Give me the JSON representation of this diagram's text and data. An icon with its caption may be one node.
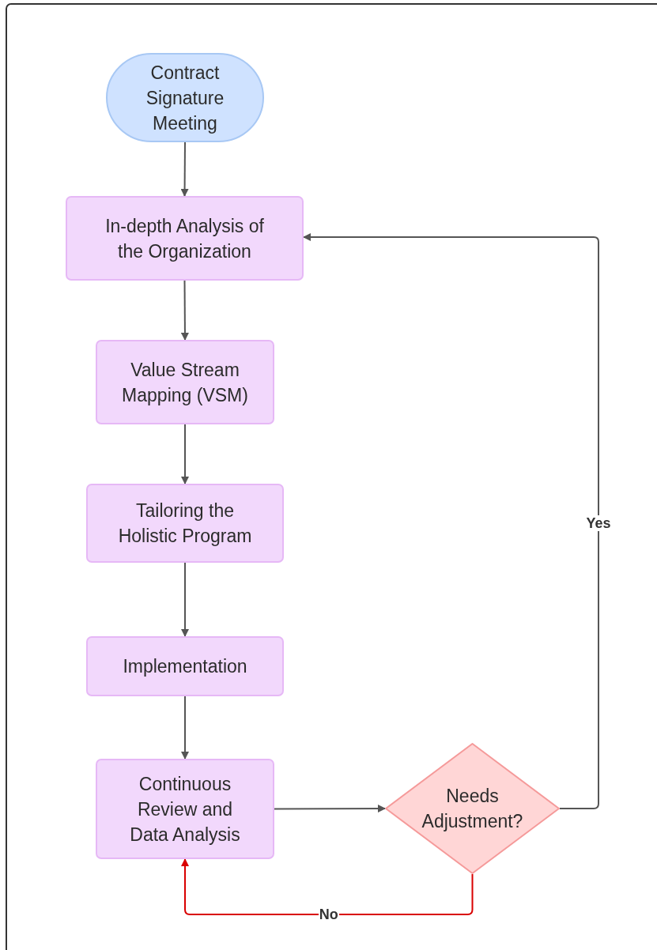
{
  "diagram": {
    "nodes": [
      {
        "text": [
          "Contract Signature Meeting"
        ]
      },
      {
        "text": [
          "In-depth Analysis of the Organization"
        ]
      },
      {
        "text": [
          "Value Stream Mapping (VSM)"
        ]
      },
      {
        "text": [
          "Tailoring the Holistic Program"
        ]
      },
      {
        "text": [
          "Implementation"
        ]
      },
      {
        "text": [
          "Continuous Review and Data Analysis"
        ]
      },
      {
        "text": [
          "Needs Adjustment?"
        ]
      }
    ],
    "edges": [
      {
        "from": 0,
        "to": 1,
        "arrow": "to"
      },
      {
        "from": 1,
        "to": 2,
        "arrow": "to"
      },
      {
        "from": 2,
        "to": 3,
        "arrow": "to"
      },
      {
        "from": 3,
        "to": 4,
        "arrow": "to"
      },
      {
        "from": 4,
        "to": 5,
        "arrow": "to"
      },
      {
        "from": 5,
        "to": 6,
        "arrow": "to"
      },
      {
        "from": 6,
        "to": 1,
        "arrow": "to",
        "label": "Yes"
      },
      {
        "from": 6,
        "to": 5,
        "arrow": "to",
        "label": "No",
        "color": "#d90000"
      }
    ]
  }
}
